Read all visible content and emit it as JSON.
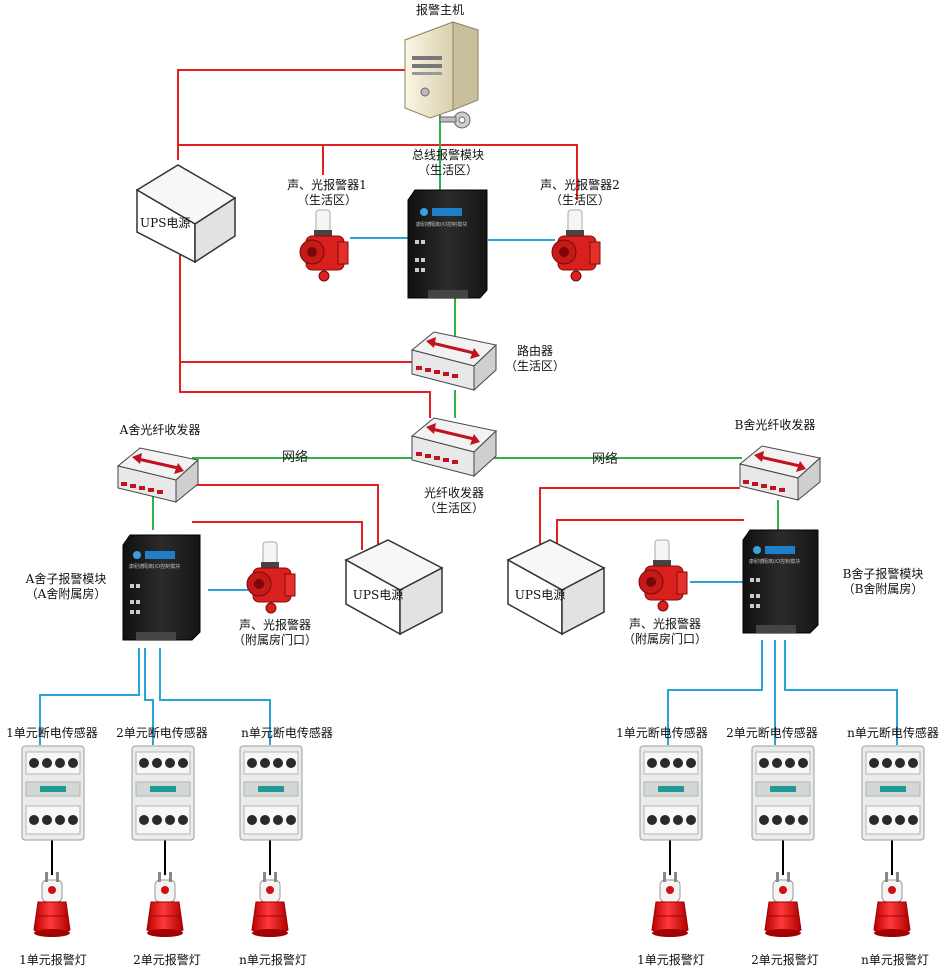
{
  "host": {
    "label": "报警主机"
  },
  "bus_module": {
    "label": "总线报警模块",
    "sub": "（生活区）"
  },
  "module_face": {
    "brand": "康耐德",
    "title": "隔离I/O控制模块"
  },
  "alarm1": {
    "label": "声、光报警器1",
    "sub": "（生活区）"
  },
  "alarm2": {
    "label": "声、光报警器2",
    "sub": "（生活区）"
  },
  "ups_top": {
    "label": "UPS电源"
  },
  "router": {
    "label": "路由器",
    "sub": "（生活区）"
  },
  "fiber_center": {
    "label": "光纤收发器",
    "sub": "（生活区）"
  },
  "fiber_a": {
    "label": "A舍光纤收发器"
  },
  "fiber_b": {
    "label": "B舍光纤收发器"
  },
  "network_label": "网络",
  "module_a": {
    "label": "A舍子报警模块",
    "sub": "（A舍附属房）"
  },
  "module_b": {
    "label": "B舍子报警模块",
    "sub": "（B舍附属房）"
  },
  "alarm_a": {
    "label": "声、光报警器",
    "sub": "（附属房门口）"
  },
  "alarm_b": {
    "label": "声、光报警器",
    "sub": "（附属房门口）"
  },
  "ups_a": {
    "label": "UPS电源"
  },
  "ups_b": {
    "label": "UPS电源"
  },
  "sensors_a": [
    "1单元断电传感器",
    "2单元断电传感器",
    "n单元断电传感器"
  ],
  "sensors_b": [
    "1单元断电传感器",
    "2单元断电传感器",
    "n单元断电传感器"
  ],
  "lamps_a": [
    "1单元报警灯",
    "2单元报警灯",
    "n单元报警灯"
  ],
  "lamps_b": [
    "1单元报警灯",
    "2单元报警灯",
    "n单元报警灯"
  ],
  "colors": {
    "power_line": "#e31e24",
    "data_line": "#2aa3d6",
    "network_line": "#2db34a",
    "device_dark": "#1f1f1f",
    "sensor_body": "#e9ece9",
    "lamp_red": "#e01818"
  }
}
